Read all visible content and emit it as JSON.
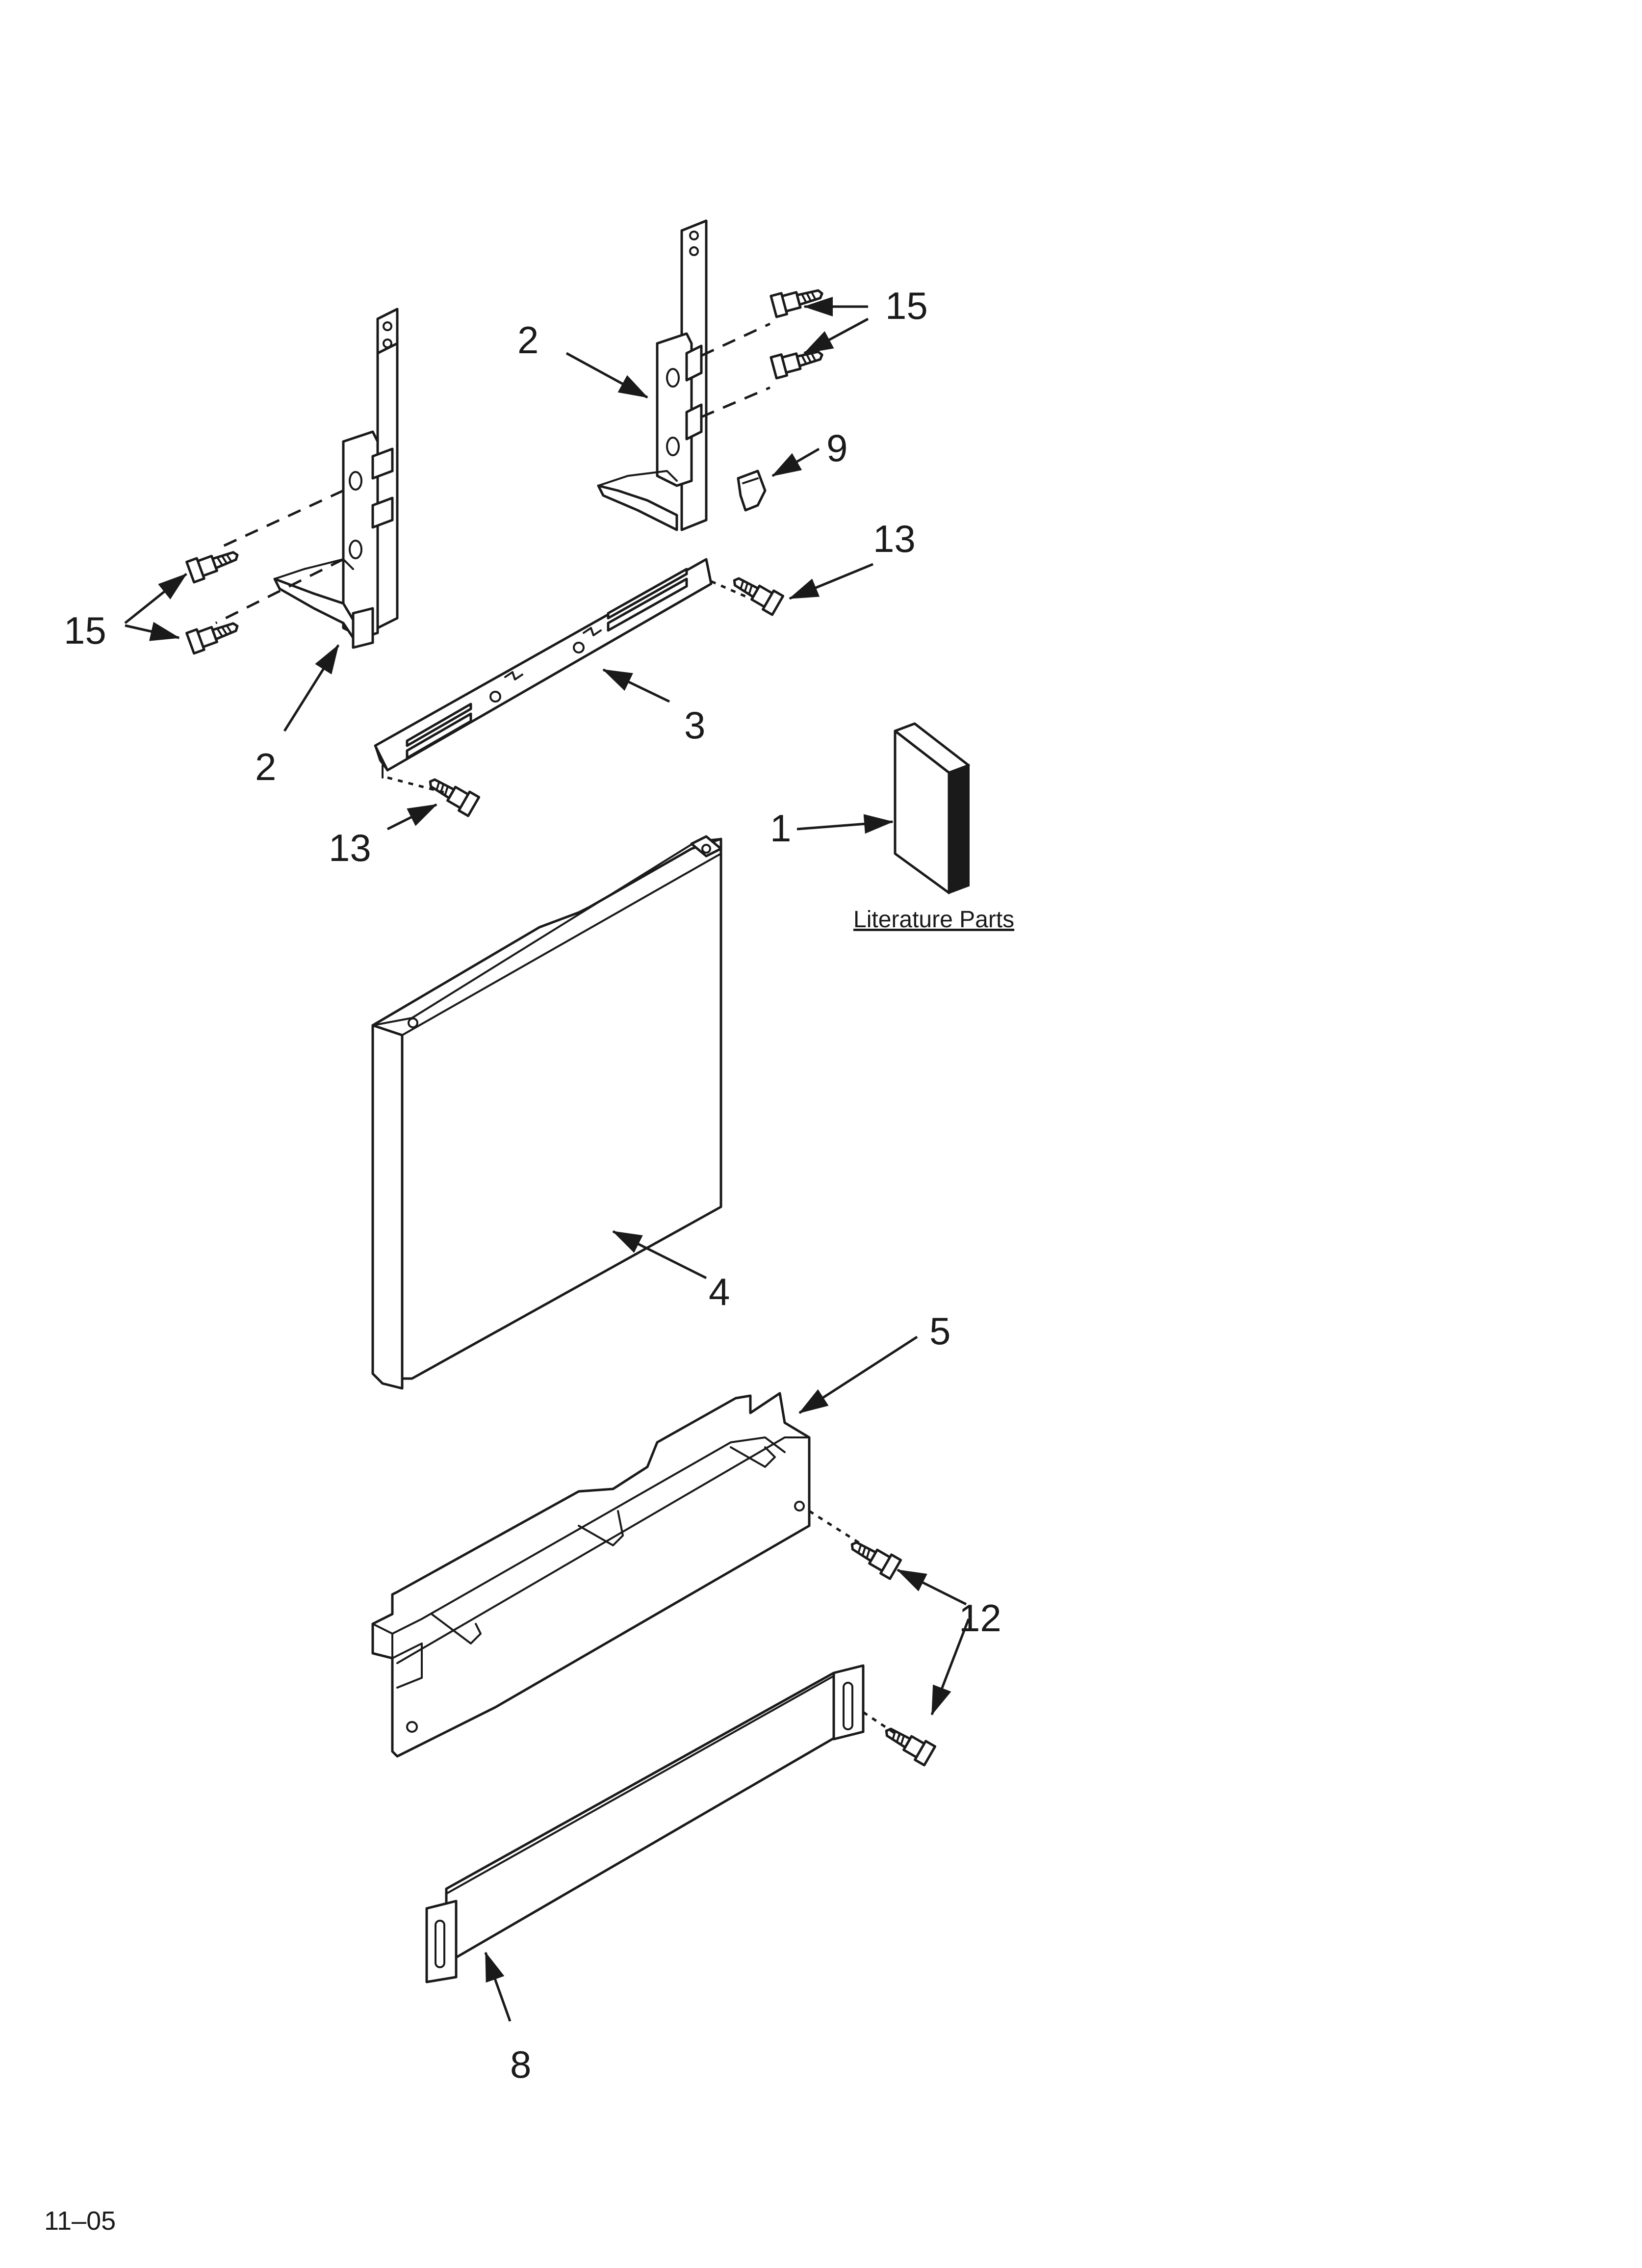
{
  "callouts": {
    "hinge_left_number": "2",
    "hinge_right_number": "2",
    "screws_left_number": "15",
    "screws_right_number": "15",
    "clip_number": "9",
    "screw_top_right_number": "13",
    "screw_bottom_left_number": "13",
    "bracket_number": "3",
    "literature_number": "1",
    "door_panel_number": "4",
    "toe_panel_number": "5",
    "screws_bottom_number": "12",
    "kick_plate_number": "8"
  },
  "literature_caption": "Literature Parts",
  "revision_code": "11–05"
}
